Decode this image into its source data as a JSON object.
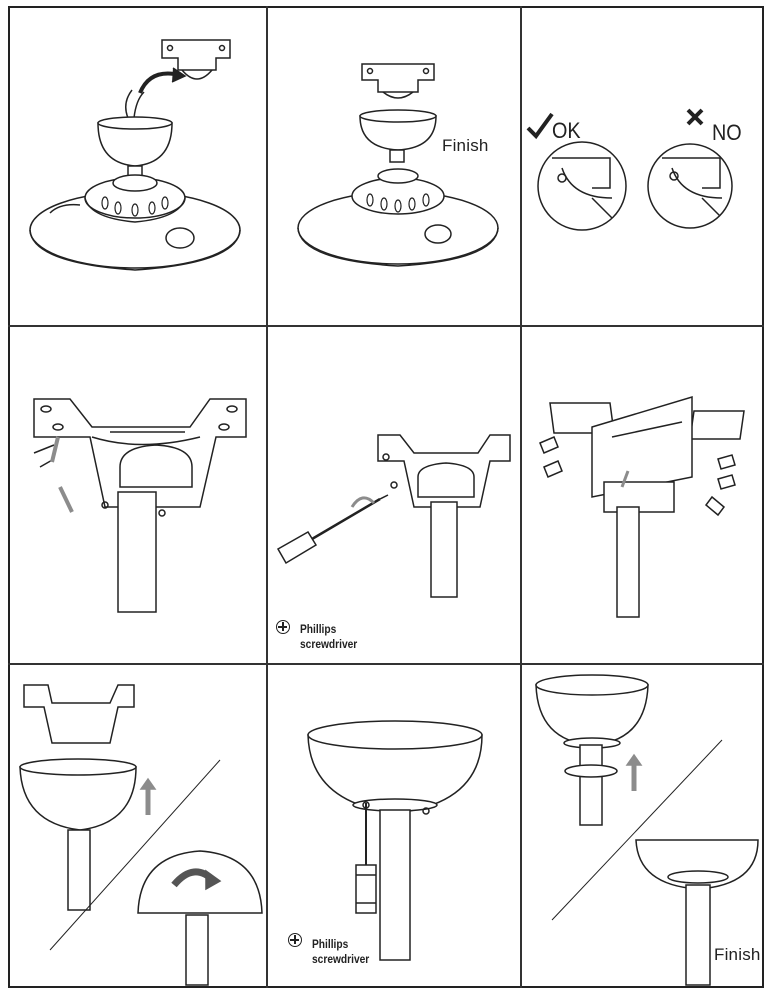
{
  "panels": {
    "p1": {},
    "p2": {
      "finish_label": "Finish"
    },
    "p3": {
      "ok_label": "OK",
      "no_label": "NO",
      "check_icon": "check-icon",
      "x_icon": "x-icon"
    },
    "p4": {},
    "p5": {
      "tool_line1": "Phillips",
      "tool_line2": "screwdriver",
      "tool_icon": "phillips-screw-icon"
    },
    "p6": {},
    "p7": {},
    "p8": {
      "tool_line1": "Phillips",
      "tool_line2": "screwdriver",
      "tool_icon": "phillips-screw-icon"
    },
    "p9": {
      "finish_label": "Finish"
    }
  },
  "colors": {
    "line": "#222222",
    "arrow": "#8c8c8c",
    "frame": "#222222"
  }
}
